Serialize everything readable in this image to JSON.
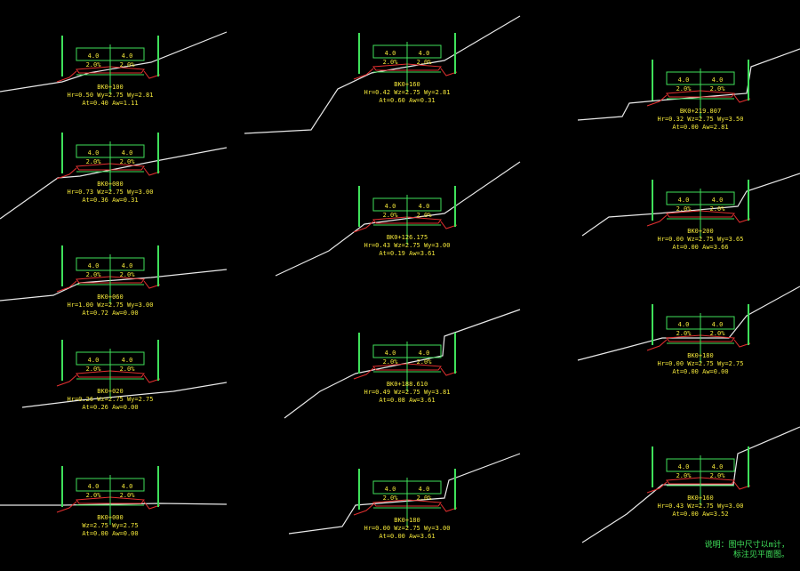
{
  "drawing": {
    "colors": {
      "background": "#000000",
      "ground": "#e8e8e8",
      "road": "#3fe05a",
      "slope": "#e53030",
      "label": "#f2e63a"
    },
    "sections": [
      {
        "id": "s1",
        "col": 0,
        "row": 0,
        "dims": [
          "4.0",
          "4.0"
        ],
        "grades": [
          "2.0%",
          "2.0%"
        ],
        "labels": [
          "BK0+100",
          "Hr=0.50 Wy=2.75 Wy=2.81",
          "At=0.40 Aw=1.11"
        ]
      },
      {
        "id": "s2",
        "col": 0,
        "row": 1,
        "dims": [
          "4.0",
          "4.0"
        ],
        "grades": [
          "2.0%",
          "2.0%"
        ],
        "labels": [
          "BK0+080",
          "Hr=0.73 Wz=2.75 Wy=3.00",
          "At=0.36 Aw=0.31"
        ]
      },
      {
        "id": "s3",
        "col": 0,
        "row": 2,
        "dims": [
          "4.0",
          "4.0"
        ],
        "grades": [
          "2.0%",
          "2.0%"
        ],
        "labels": [
          "BK0+060",
          "Hr=1.00 Wz=2.75 Wy=3.00",
          "At=0.72 Aw=0.00"
        ]
      },
      {
        "id": "s4",
        "col": 0,
        "row": 3,
        "dims": [
          "4.0",
          "4.0"
        ],
        "grades": [
          "2.0%",
          "2.0%"
        ],
        "labels": [
          "BK0+020",
          "Hr=0.26 Wz=2.75 Wy=2.75",
          "At=0.26 Aw=0.00"
        ]
      },
      {
        "id": "s5",
        "col": 0,
        "row": 4,
        "dims": [
          "4.0",
          "4.0"
        ],
        "grades": [
          "2.0%",
          "2.0%"
        ],
        "labels": [
          "BK0+000",
          "Wz=2.75 Wy=2.75",
          "At=0.00 Aw=0.00"
        ]
      },
      {
        "id": "s6",
        "col": 1,
        "row": 0,
        "dims": [
          "4.0",
          "4.0"
        ],
        "grades": [
          "2.0%",
          "2.0%"
        ],
        "labels": [
          "BK0+160",
          "Hr=0.42 Wz=2.75 Wy=2.81",
          "At=0.60 Aw=0.31"
        ]
      },
      {
        "id": "s7",
        "col": 1,
        "row": 1,
        "dims": [
          "4.0",
          "4.0"
        ],
        "grades": [
          "2.0%",
          "2.0%"
        ],
        "labels": [
          "BK0+126.175",
          "Hr=0.43 Wz=2.75 Wy=3.00",
          "At=0.19 Aw=3.61"
        ]
      },
      {
        "id": "s8",
        "col": 1,
        "row": 2,
        "dims": [
          "4.0",
          "4.0"
        ],
        "grades": [
          "2.0%",
          "2.0%"
        ],
        "labels": [
          "BK0+188.610",
          "Hr=0.49 Wz=2.75 Wy=3.81",
          "At=0.08 Aw=3.61"
        ]
      },
      {
        "id": "s9",
        "col": 1,
        "row": 3,
        "dims": [
          "4.0",
          "4.0"
        ],
        "grades": [
          "2.0%",
          "2.0%"
        ],
        "labels": [
          "BK0+180",
          "Hr=0.00 Wz=2.75 Wy=3.00",
          "At=0.00 Aw=3.61"
        ]
      },
      {
        "id": "s10",
        "col": 2,
        "row": 0,
        "dims": [
          "4.0",
          "4.0"
        ],
        "grades": [
          "2.0%",
          "2.0%"
        ],
        "labels": [
          "BK0+219.807",
          "Hr=0.32 Wz=2.75 Wy=3.50",
          "At=0.00 Aw=2.81"
        ]
      },
      {
        "id": "s11",
        "col": 2,
        "row": 1,
        "dims": [
          "4.0",
          "4.0"
        ],
        "grades": [
          "2.0%",
          "2.0%"
        ],
        "labels": [
          "BK0+200",
          "Hr=0.00 Wz=2.75 Wy=3.65",
          "At=0.00 Aw=3.66"
        ]
      },
      {
        "id": "s12",
        "col": 2,
        "row": 2,
        "dims": [
          "4.0",
          "4.0"
        ],
        "grades": [
          "2.0%",
          "2.0%"
        ],
        "labels": [
          "BK0+180",
          "Hr=0.00 Wz=2.75 Wy=2.75",
          "At=0.00 Aw=0.00"
        ]
      },
      {
        "id": "s13",
        "col": 2,
        "row": 3,
        "dims": [
          "4.0",
          "4.0"
        ],
        "grades": [
          "2.0%",
          "2.0%"
        ],
        "labels": [
          "BK0+160",
          "Hr=0.43 Wz=2.75 Wy=3.00",
          "At=0.00 Aw=3.52"
        ]
      }
    ],
    "note": [
      "说明：图中尺寸以m计，",
      "标注见平面图。"
    ]
  }
}
